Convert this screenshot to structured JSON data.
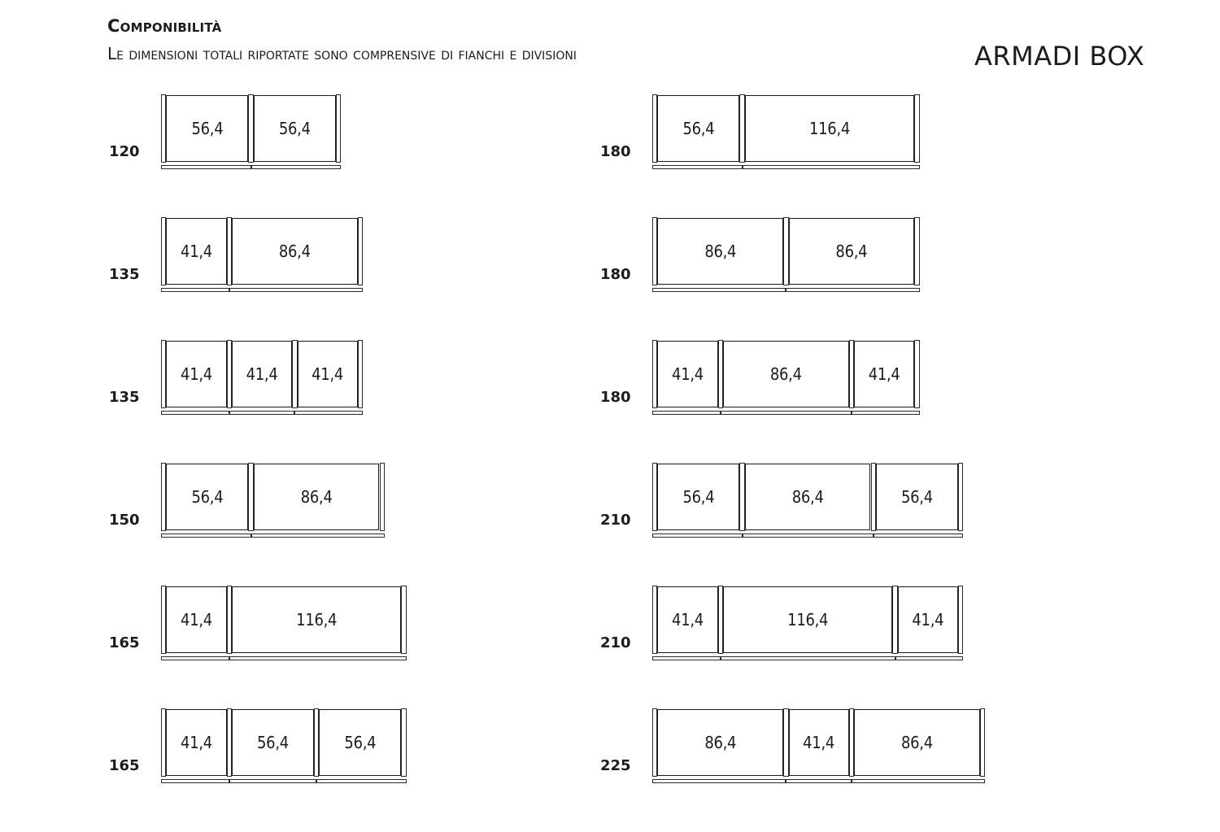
{
  "header": {
    "title": "Componibilità",
    "subtitle": "Le dimensioni totali riportate sono comprensive di fianchi e divisioni",
    "brand": "ARMADI BOX"
  },
  "configurations": [
    {
      "total": "120",
      "modules": [
        "56,4",
        "56,4"
      ]
    },
    {
      "total": "135",
      "modules": [
        "41,4",
        "86,4"
      ]
    },
    {
      "total": "135",
      "modules": [
        "41,4",
        "41,4",
        "41,4"
      ]
    },
    {
      "total": "150",
      "modules": [
        "56,4",
        "86,4"
      ]
    },
    {
      "total": "165",
      "modules": [
        "41,4",
        "116,4"
      ]
    },
    {
      "total": "165",
      "modules": [
        "41,4",
        "56,4",
        "56,4"
      ]
    },
    {
      "total": "180",
      "modules": [
        "56,4",
        "116,4"
      ]
    },
    {
      "total": "180",
      "modules": [
        "86,4",
        "86,4"
      ]
    },
    {
      "total": "180",
      "modules": [
        "41,4",
        "86,4",
        "41,4"
      ]
    },
    {
      "total": "210",
      "modules": [
        "56,4",
        "86,4",
        "56,4"
      ]
    },
    {
      "total": "210",
      "modules": [
        "41,4",
        "116,4",
        "41,4"
      ]
    },
    {
      "total": "225",
      "modules": [
        "86,4",
        "41,4",
        "86,4"
      ]
    }
  ]
}
